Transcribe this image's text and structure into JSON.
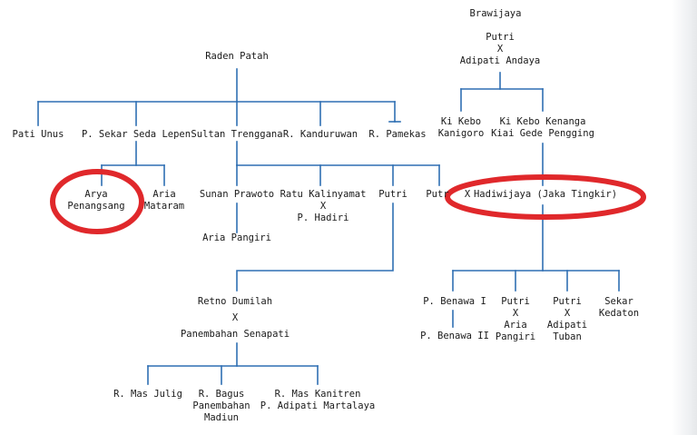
{
  "nodes": {
    "brawijaya": [
      "Brawijaya"
    ],
    "putri_andaya": [
      "Putri",
      "X",
      "Adipati Andaya"
    ],
    "raden_patah": [
      "Raden Patah"
    ],
    "ki_kebo_kanigoro": [
      "Ki Kebo",
      "Kanigoro"
    ],
    "ki_kebo_kenanga": [
      "Ki Kebo Kenanga",
      "Kiai Gede Pengging"
    ],
    "pati_unus": [
      "Pati Unus"
    ],
    "sekar_seda_lepen": [
      "P. Sekar Seda Lepen"
    ],
    "sultan_trenggana": [
      "Sultan Trenggana"
    ],
    "kanduruwan": [
      "R. Kanduruwan"
    ],
    "pamekas": [
      "R. Pamekas"
    ],
    "arya_penangsang": [
      "Arya",
      "Penangsang"
    ],
    "aria_mataram": [
      "Aria",
      "Mataram"
    ],
    "sunan_prawoto": [
      "Sunan Prawoto"
    ],
    "aria_pangiri_1": [
      "Aria Pangiri"
    ],
    "ratu_kalinyamat": [
      "Ratu Kalinyamat",
      "X",
      "P. Hadiri"
    ],
    "putri_1": [
      "Putri"
    ],
    "putri_2": [
      "Putr"
    ],
    "marriage_x": [
      "X"
    ],
    "hadiwijaya": [
      "Hadiwijaya (Jaka Tingkir)"
    ],
    "retno_dumilah": [
      "Retno Dumilah",
      "X",
      "Panembahan Senapati"
    ],
    "benawa_1": [
      "P. Benawa I"
    ],
    "benawa_2": [
      "P. Benawa II"
    ],
    "putri_aria_pangiri": [
      "Putri",
      "X",
      "Aria",
      "Pangiri"
    ],
    "putri_adipati_tuban": [
      "Putri",
      "X",
      "Adipati",
      "Tuban"
    ],
    "sekar_kedaton": [
      "Sekar",
      "Kedaton"
    ],
    "mas_julig": [
      "R. Mas Julig"
    ],
    "bagus_panembahan": [
      "R. Bagus",
      "Panembahan",
      "Madiun"
    ],
    "mas_kanitren": [
      "R. Mas Kanitren",
      "P. Adipati Martalaya"
    ]
  },
  "colors": {
    "tree_line": "#2f6fb3",
    "highlight": "#e0282b",
    "text": "#1a1a1a"
  }
}
